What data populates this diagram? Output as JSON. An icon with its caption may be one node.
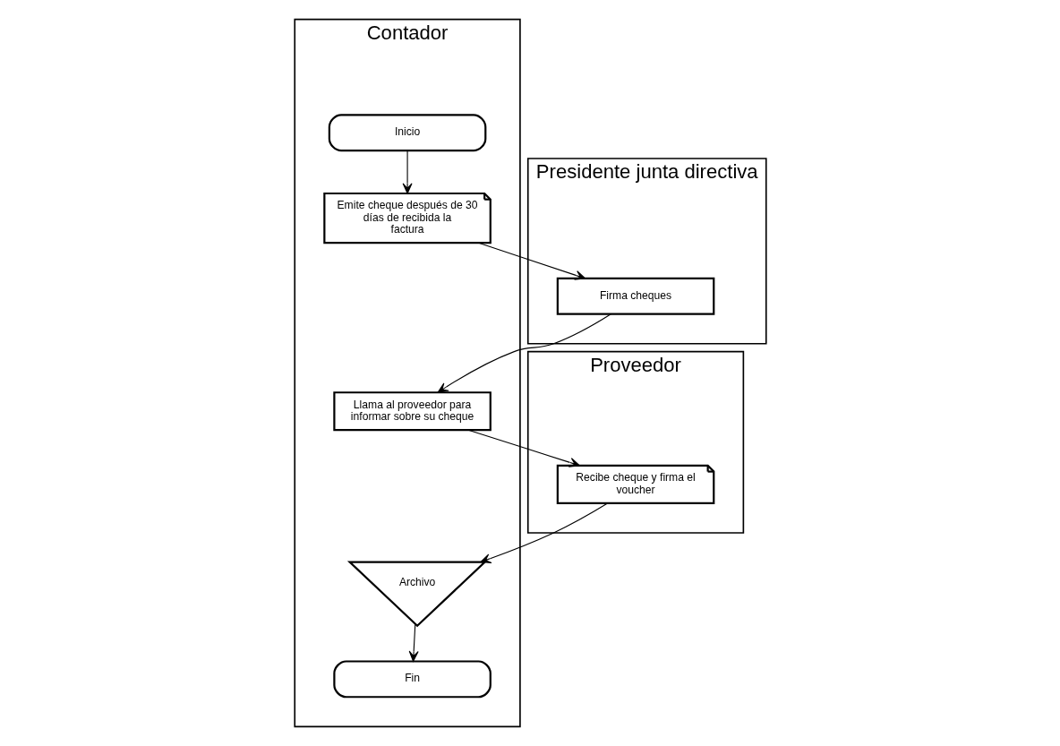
{
  "diagram": {
    "nodes": [
      {
        "text": [
          "Contador"
        ]
      },
      {
        "text": [
          "Presidente junta directiva"
        ]
      },
      {
        "text": [
          "Proveedor"
        ]
      },
      {
        "text": [
          "Inicio"
        ],
        "in": 0
      },
      {
        "text": [
          "Emite cheque después de 30 días de recibida la factura"
        ],
        "in": 0
      },
      {
        "text": [
          "Firma cheques"
        ],
        "in": 1
      },
      {
        "text": [
          "Llama al proveedor para informar sobre su cheque"
        ],
        "in": 0
      },
      {
        "text": [
          "Recibe cheque y firma el voucher"
        ],
        "in": 2
      },
      {
        "text": [
          "Archivo"
        ],
        "in": 0
      },
      {
        "text": [
          "Fin"
        ],
        "in": 0
      }
    ],
    "edges": [
      {
        "from": 3,
        "to": 4,
        "arrow": "to"
      },
      {
        "from": 4,
        "to": 5,
        "arrow": "to"
      },
      {
        "from": 5,
        "to": 6,
        "arrow": "to"
      },
      {
        "from": 6,
        "to": 7,
        "arrow": "to"
      },
      {
        "from": 7,
        "to": 8,
        "arrow": "to"
      },
      {
        "from": 8,
        "to": 9,
        "arrow": "to"
      }
    ]
  }
}
